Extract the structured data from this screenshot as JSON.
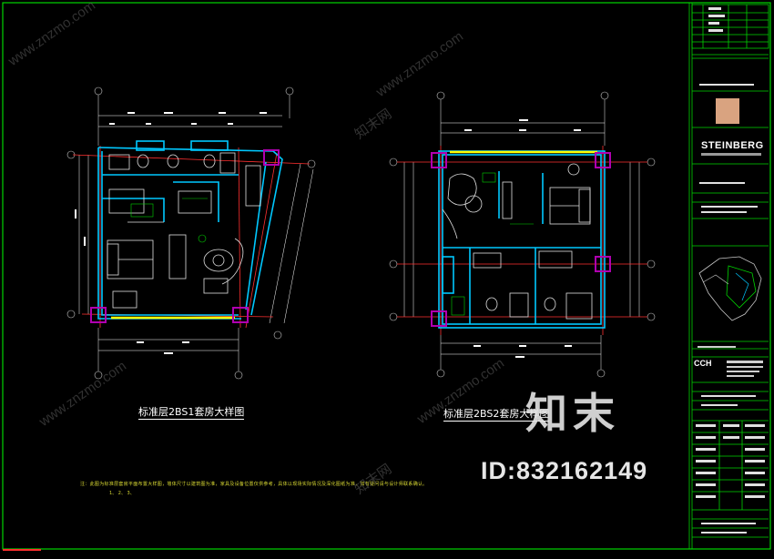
{
  "drawing": {
    "plan1_title": "标准层2BS1套房大样图",
    "plan2_title": "标准层2BS2套房大样图",
    "note_line1": "注：此图为标准层套房平面布置大样图，墙体尺寸以建筑图为准，家具及设备位置仅供参考，具体以现场实际情况及深化图纸为准，如有疑问请与设计师联系确认。",
    "note_line2": "1、  2、  3、"
  },
  "title_block": {
    "brand": "STEINBERG",
    "company": "CCH"
  },
  "watermark": {
    "site": "www.znzmo.com",
    "logo": "知末",
    "id": "ID:832162149",
    "net": "知末网"
  },
  "colors": {
    "frame": "#00d400",
    "wall": "#00c8ff",
    "furniture": "#e0e0e0",
    "column": "#b000b0",
    "dim": "#ffffff",
    "axis": "#ff3030",
    "window": "#ffff00"
  }
}
